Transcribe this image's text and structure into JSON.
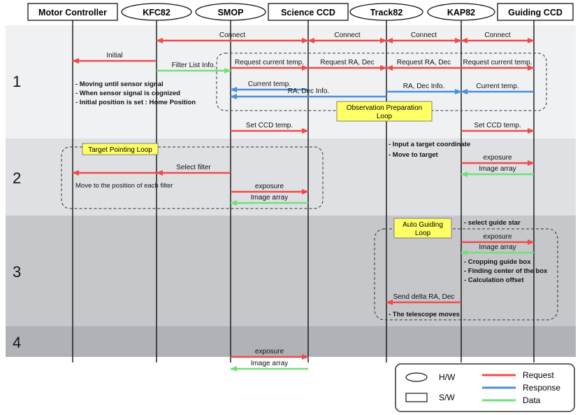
{
  "lanes": [
    {
      "id": "mc",
      "label": "Motor Controller",
      "kind": "sw"
    },
    {
      "id": "kfc",
      "label": "KFC82",
      "kind": "hw"
    },
    {
      "id": "smop",
      "label": "SMOP",
      "kind": "hw"
    },
    {
      "id": "sci",
      "label": "Science CCD",
      "kind": "sw"
    },
    {
      "id": "trk",
      "label": "Track82",
      "kind": "hw"
    },
    {
      "id": "kap",
      "label": "KAP82",
      "kind": "hw"
    },
    {
      "id": "gui",
      "label": "Guiding CCD",
      "kind": "sw"
    }
  ],
  "phases": [
    "1",
    "2",
    "3",
    "4"
  ],
  "messages": [
    {
      "label": "Connect",
      "from": "kfc",
      "to": "sci",
      "type": "request",
      "both": true
    },
    {
      "label": "Connect",
      "from": "sci",
      "to": "trk",
      "type": "request",
      "both": true
    },
    {
      "label": "Connect",
      "from": "trk",
      "to": "kap",
      "type": "request",
      "both": true
    },
    {
      "label": "Connect",
      "from": "kap",
      "to": "gui",
      "type": "request",
      "both": true
    },
    {
      "label": "Initial",
      "from": "kfc",
      "to": "mc",
      "type": "request"
    },
    {
      "label": "Filter List Info.",
      "from": "kfc",
      "to": "smop",
      "type": "data"
    },
    {
      "label": "Request current temp.",
      "from": "smop",
      "to": "sci",
      "type": "request"
    },
    {
      "label": "Request RA, Dec",
      "from": "sci",
      "to": "trk",
      "type": "request"
    },
    {
      "label": "Request RA, Dec",
      "from": "kap",
      "to": "trk",
      "type": "request"
    },
    {
      "label": "Request current temp.",
      "from": "kap",
      "to": "gui",
      "type": "request"
    },
    {
      "label": "Current temp.",
      "from": "sci",
      "to": "smop",
      "type": "response"
    },
    {
      "label": "RA, Dec Info.",
      "from": "trk",
      "to": "smop",
      "type": "response"
    },
    {
      "label": "RA, Dec Info.",
      "from": "trk",
      "to": "kap",
      "type": "response"
    },
    {
      "label": "Current temp.",
      "from": "gui",
      "to": "kap",
      "type": "response"
    },
    {
      "label": "Set CCD temp.",
      "from": "smop",
      "to": "sci",
      "type": "request"
    },
    {
      "label": "Set CCD temp.",
      "from": "kap",
      "to": "gui",
      "type": "request"
    },
    {
      "label": "exposure",
      "from": "kap",
      "to": "gui",
      "type": "request"
    },
    {
      "label": "Image array",
      "from": "gui",
      "to": "kap",
      "type": "data"
    },
    {
      "label": "Select filter",
      "from": "smop",
      "to": "kfc",
      "type": "request"
    },
    {
      "label": "",
      "from": "kfc",
      "to": "mc",
      "type": "request"
    },
    {
      "label": "exposure",
      "from": "smop",
      "to": "sci",
      "type": "request"
    },
    {
      "label": "Image array",
      "from": "sci",
      "to": "smop",
      "type": "data"
    },
    {
      "label": "exposure",
      "from": "kap",
      "to": "gui",
      "type": "request"
    },
    {
      "label": "Image array",
      "from": "gui",
      "to": "kap",
      "type": "data"
    },
    {
      "label": "Send delta RA, Dec",
      "from": "kap",
      "to": "trk",
      "type": "request"
    },
    {
      "label": "exposure",
      "from": "smop",
      "to": "sci",
      "type": "request"
    },
    {
      "label": "Image array",
      "from": "sci",
      "to": "smop",
      "type": "data"
    }
  ],
  "notes": [
    "- Moving until sensor signal",
    "- When sensor signal is cognized",
    "- Initial position is set : Home Position",
    "Move to the position of each filter",
    "- Input a target coordinate",
    "- Move to target",
    "- select guide star",
    "- Cropping guide box",
    "- Finding center of the box",
    "- Calculation offset",
    "- The telescope moves"
  ],
  "loops": [
    {
      "line1": "Observation Preparation",
      "line2": "Loop"
    },
    {
      "line1": "Target Pointing Loop",
      "line2": ""
    },
    {
      "line1": "Auto Guiding",
      "line2": "Loop"
    }
  ],
  "legend": {
    "hw": "H/W",
    "sw": "S/W",
    "request": "Request",
    "response": "Response",
    "data": "Data"
  },
  "colors": {
    "request": "#ef4b4b",
    "response": "#4a8fdc",
    "data": "#6fe07a",
    "phase1": "#f0f1f3",
    "phase2": "#dfe0e3",
    "phase3": "#c5c7cb",
    "phase4": "#afb2b7",
    "loop": "#ffff66"
  }
}
